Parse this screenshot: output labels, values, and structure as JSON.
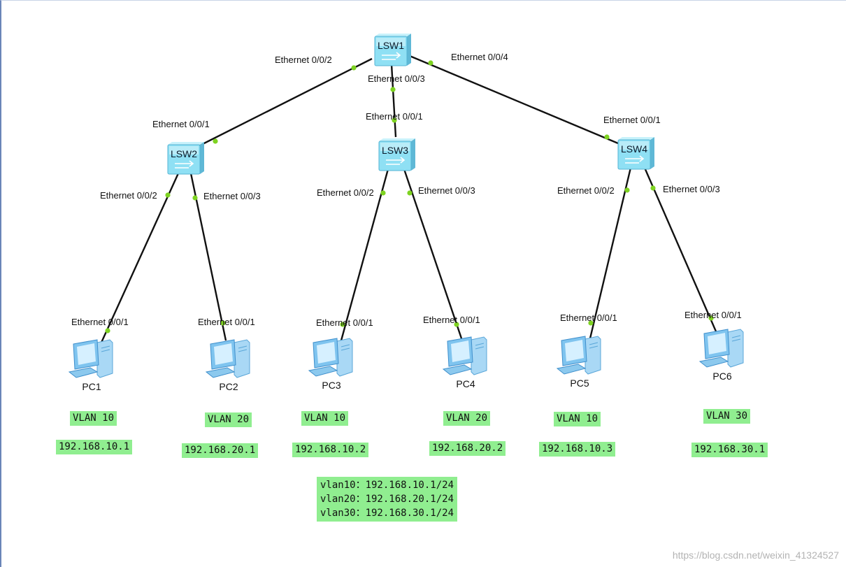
{
  "switches": [
    {
      "id": "LSW1",
      "label": "LSW1"
    },
    {
      "id": "LSW2",
      "label": "LSW2"
    },
    {
      "id": "LSW3",
      "label": "LSW3"
    },
    {
      "id": "LSW4",
      "label": "LSW4"
    }
  ],
  "pcs": [
    {
      "id": "PC1",
      "label": "PC1",
      "vlan": "VLAN 10",
      "ip": "192.168.10.1"
    },
    {
      "id": "PC2",
      "label": "PC2",
      "vlan": "VLAN 20",
      "ip": "192.168.20.1"
    },
    {
      "id": "PC3",
      "label": "PC3",
      "vlan": "VLAN 10",
      "ip": "192.168.10.2"
    },
    {
      "id": "PC4",
      "label": "PC4",
      "vlan": "VLAN 20",
      "ip": "192.168.20.2"
    },
    {
      "id": "PC5",
      "label": "PC5",
      "vlan": "VLAN 10",
      "ip": "192.168.10.3"
    },
    {
      "id": "PC6",
      "label": "PC6",
      "vlan": "VLAN 30",
      "ip": "192.168.30.1"
    }
  ],
  "links": [
    {
      "from": "LSW1",
      "from_port": "Ethernet 0/0/2",
      "to": "LSW2",
      "to_port": "Ethernet 0/0/1"
    },
    {
      "from": "LSW1",
      "from_port": "Ethernet 0/0/3",
      "to": "LSW3",
      "to_port": "Ethernet 0/0/1"
    },
    {
      "from": "LSW1",
      "from_port": "Ethernet 0/0/4",
      "to": "LSW4",
      "to_port": "Ethernet 0/0/1"
    },
    {
      "from": "LSW2",
      "from_port": "Ethernet 0/0/2",
      "to": "PC1",
      "to_port": "Ethernet 0/0/1"
    },
    {
      "from": "LSW2",
      "from_port": "Ethernet 0/0/3",
      "to": "PC2",
      "to_port": "Ethernet 0/0/1"
    },
    {
      "from": "LSW3",
      "from_port": "Ethernet 0/0/2",
      "to": "PC3",
      "to_port": "Ethernet 0/0/1"
    },
    {
      "from": "LSW3",
      "from_port": "Ethernet 0/0/3",
      "to": "PC4",
      "to_port": "Ethernet 0/0/1"
    },
    {
      "from": "LSW4",
      "from_port": "Ethernet 0/0/2",
      "to": "PC5",
      "to_port": "Ethernet 0/0/1"
    },
    {
      "from": "LSW4",
      "from_port": "Ethernet 0/0/3",
      "to": "PC6",
      "to_port": "Ethernet 0/0/1"
    }
  ],
  "gateway_note": [
    "vlan10：192.168.10.1/24",
    "vlan20：192.168.20.1/24",
    "vlan30：192.168.30.1/24"
  ],
  "watermark": "https://blog.csdn.net/weixin_41324527",
  "colors": {
    "link": "#111111",
    "port_dot": "#7ed321",
    "switch_body": "#8fe0f4",
    "pc_body": "#7fc4ef",
    "tag_bg": "#90ee90"
  }
}
